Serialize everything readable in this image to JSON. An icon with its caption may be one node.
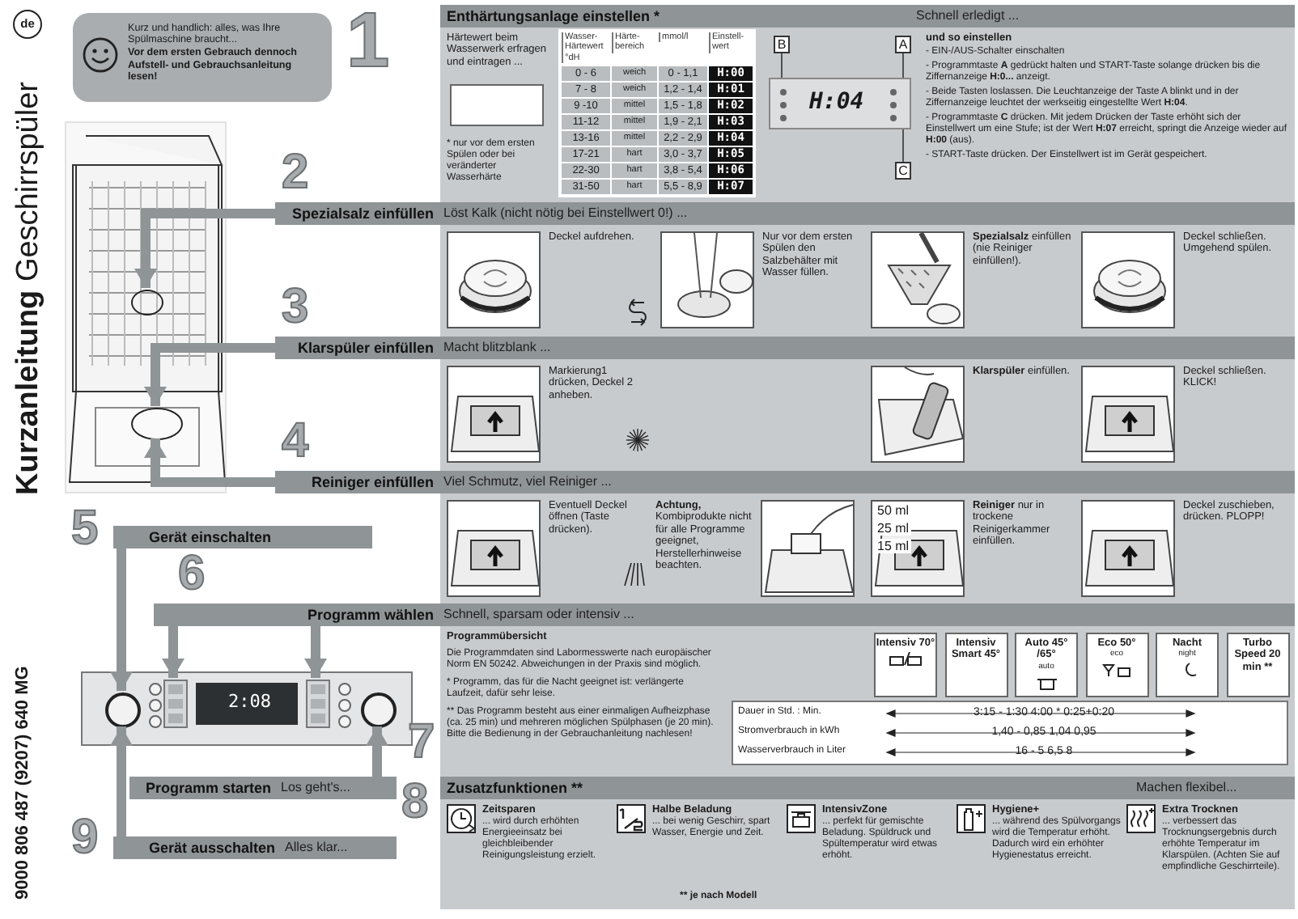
{
  "diagram": {
    "title": "**Kurzanleitung** Geschirrspüler",
    "nodes": [
      {
        "text": [
          "Kurz und handlich: alles, was Ihre Spülmaschine braucht...",
          "Vor dem ersten Gebrauch dennoch Aufstell- und Gebrauchsanleitung lesen!"
        ]
      },
      {
        "text": [],
        "shape": "picture"
      },
      {
        "text": [],
        "shape": "circle",
        "in": 1
      },
      {
        "text": [],
        "shape": "circle",
        "in": 1
      },
      {
        "text": [
          "Enthärtungsanlage einstellen *",
          "Schnell erledigt ..."
        ],
        "beside": [
          "1"
        ]
      },
      {
        "text": [],
        "shape": "box"
      },
      {
        "text": [
          "B"
        ]
      },
      {
        "text": [
          "A"
        ]
      },
      {
        "text": [
          "H:04"
        ]
      },
      {
        "text": [
          "C"
        ]
      },
      {
        "text": [
          "Spezialsalz einfüllen",
          "Löst Kalk (nicht nötig bei Einstellwert 0!) ..."
        ],
        "beside": [
          "2"
        ]
      },
      {
        "text": [],
        "shape": "picture",
        "beside": [
          "Deckel aufdrehen."
        ]
      },
      {
        "text": [],
        "shape": "picture",
        "beside": [
          "Nur vor dem ersten Spülen den Salzbehälter mit Wasser füllen."
        ]
      },
      {
        "text": [],
        "shape": "picture",
        "beside": [
          "**Spezialsalz** einfüllen (nie Reiniger einfüllen!)."
        ]
      },
      {
        "text": [],
        "shape": "picture",
        "beside": [
          "Deckel schließen. Umgehend spülen."
        ]
      },
      {
        "text": [
          "Klarspüler einfüllen",
          "Macht blitzblank ..."
        ],
        "beside": [
          "3"
        ]
      },
      {
        "text": [],
        "shape": "picture",
        "beside": [
          "Markierung1 drücken, Deckel 2 anheben."
        ]
      },
      {
        "text": [],
        "shape": "picture",
        "beside": [
          "**Klarspüler** einfüllen."
        ]
      },
      {
        "text": [],
        "shape": "picture",
        "beside": [
          "Deckel schließen. KLICK!"
        ]
      },
      {
        "text": [
          "Reiniger einfüllen",
          "Viel Schmutz, viel Reiniger ..."
        ],
        "beside": [
          "4"
        ]
      },
      {
        "text": [],
        "shape": "picture",
        "beside": [
          "Eventuell Deckel öffnen (Taste drücken)."
        ]
      },
      {
        "text": [],
        "shape": "picture"
      },
      {
        "text": [],
        "shape": "picture",
        "beside": [
          "**Reiniger** nur in trockene Reinigerkammer einfüllen."
        ]
      },
      {
        "text": [],
        "shape": "picture",
        "beside": [
          "Deckel zuschieben, drücken. PLOPP!"
        ]
      },
      {
        "text": [
          "Gerät einschalten"
        ],
        "beside": [
          "5"
        ]
      },
      {
        "text": [
          "Programm wählen",
          "Schnell, sparsam oder intensiv ..."
        ],
        "beside": [
          "6"
        ]
      },
      {
        "text": [],
        "shape": "picture"
      },
      {
        "text": [],
        "shape": "circle",
        "in": 26
      },
      {
        "text": [],
        "shape": "box",
        "in": 26
      },
      {
        "text": [
          "2:08"
        ],
        "in": 26
      },
      {
        "text": [],
        "shape": "box",
        "in": 26
      },
      {
        "text": [],
        "shape": "circle",
        "in": 26
      },
      {
        "text": [
          "Intensiv 70°"
        ]
      },
      {
        "text": [
          "Intensiv Smart 45°"
        ]
      },
      {
        "text": [
          "Auto 45° /65°",
          "auto"
        ]
      },
      {
        "text": [
          "Eco 50°",
          "eco"
        ]
      },
      {
        "text": [
          "Nacht",
          "night"
        ]
      },
      {
        "text": [
          "Turbo Speed 20 min **"
        ]
      },
      {
        "text": [
          "Programm starten",
          "Los geht's..."
        ],
        "beside": [
          "8"
        ]
      },
      {
        "text": [
          "Zusatzfunktionen **",
          "Machen flexibel..."
        ],
        "beside": [
          "7"
        ]
      },
      {
        "text": [
          "Gerät ausschalten",
          "Alles klar..."
        ],
        "beside": [
          "9"
        ]
      }
    ],
    "edges": [
      {
        "from": 24,
        "to": 27,
        "arrow": "to"
      },
      {
        "from": 25,
        "to": 28,
        "arrow": "to"
      },
      {
        "from": 25,
        "to": 30,
        "arrow": "to"
      },
      {
        "from": 38,
        "to": 31,
        "arrow": "to"
      },
      {
        "from": 40,
        "to": 27,
        "arrow": "to"
      },
      {
        "from": 10,
        "to": 2,
        "arrow": "to"
      },
      {
        "from": 15,
        "to": 3,
        "arrow": "to"
      },
      {
        "from": 19,
        "to": 3,
        "arrow": "to"
      },
      {
        "from": 6,
        "to": 8,
        "arrow": "none",
        "color": "#333333"
      },
      {
        "from": 7,
        "to": 8,
        "arrow": "none",
        "color": "#333333"
      },
      {
        "from": 9,
        "to": 8,
        "arrow": "none",
        "color": "#333333"
      }
    ],
    "labels": [
      "de",
      "Härtewert beim Wasserwerk erfragen und eintragen ...",
      "* nur vor dem ersten Spülen oder bei veränderter Wasserhärte",
      "Wasser-Härtewert °dH",
      "Härte-bereich",
      "mmol/l",
      "Einstell-wert",
      "0 - 6",
      "weich",
      "0 - 1,1",
      "H:00",
      "7 - 8",
      "weich",
      "1,2 - 1,4",
      "H:01",
      "9 -10",
      "mittel",
      "1,5 - 1,8",
      "H:02",
      "11-12",
      "mittel",
      "1,9 - 2,1",
      "H:03",
      "13-16",
      "mittel",
      "2,2 - 2,9",
      "H:04",
      "17-21",
      "hart",
      "3,0 - 3,7",
      "H:05",
      "22-30",
      "hart",
      "3,8 - 5,4",
      "H:06",
      "31-50",
      "hart",
      "5,5 - 8,9",
      "H:07",
      "und so einstellen",
      "- EIN-/AUS-Schalter einschalten",
      "- Programmtaste **A** gedrückt halten und START-Taste solange drücken bis die Ziffernanzeige **H:0...** anzeigt.",
      "- Beide Tasten loslassen. Die Leuchtanzeige der Taste A blinkt und in der Ziffernanzeige leuchtet der werkseitig eingestellte Wert **H:04**.",
      "- Programmtaste **C** drücken. Mit jedem Drücken der Taste erhöht sich der Einstellwert um eine Stufe; ist der Wert **H:07** erreicht, springt die Anzeige wieder auf **H:00** (aus).",
      "- START-Taste drücken. Der Einstellwert ist im Gerät gespeichert.",
      "**Achtung,** Kombiprodukte nicht für alle Programme geeignet, Herstellerhinweise beachten.",
      "50 ml",
      "25 ml",
      "15 ml",
      "Programmübersicht",
      "Die Programmdaten sind Labormesswerte nach europäischer Norm EN 50242. Abweichungen in der Praxis sind möglich.",
      "* Programm, das für die Nacht geeignet ist: verlängerte Laufzeit, dafür sehr leise.",
      "** Das Programm besteht aus einer einmaligen Aufheizphase (ca. 25 min) und mehreren möglichen Spülphasen (je 20 min). Bitte die Bedienung in der Gebrauchanleitung nachlesen!",
      "Dauer in Std. : Min.",
      "3:15 - 1:30 4:00 * 0:25+0:20",
      "Stromverbrauch in kWh",
      "1,40 - 0,85 1,04 0,95",
      "Wasserverbrauch in Liter",
      "16 - 5 6,5 8",
      "Zeitsparen",
      "... wird durch erhöhten Energieeinsatz bei gleichbleibender Reinigungsleistung erzielt.",
      "Halbe Beladung",
      "... bei wenig Geschirr, spart Wasser, Energie und Zeit.",
      "IntensivZone",
      "... perfekt für gemischte Beladung. Spüldruck und Spültemperatur wird etwas erhöht.",
      "Hygiene+",
      "... während des Spülvorgangs wird die Temperatur erhöht. Dadurch wird ein erhöhter Hygienestatus erreicht.",
      "Extra Trocknen",
      "... verbessert das Trocknungsergebnis durch erhöhte Temperatur im Klarspülen. (Achten Sie auf empfindliche Geschirrteile).",
      "** je nach Modell",
      "9000 806 487 (9207) 640 MG"
    ]
  }
}
